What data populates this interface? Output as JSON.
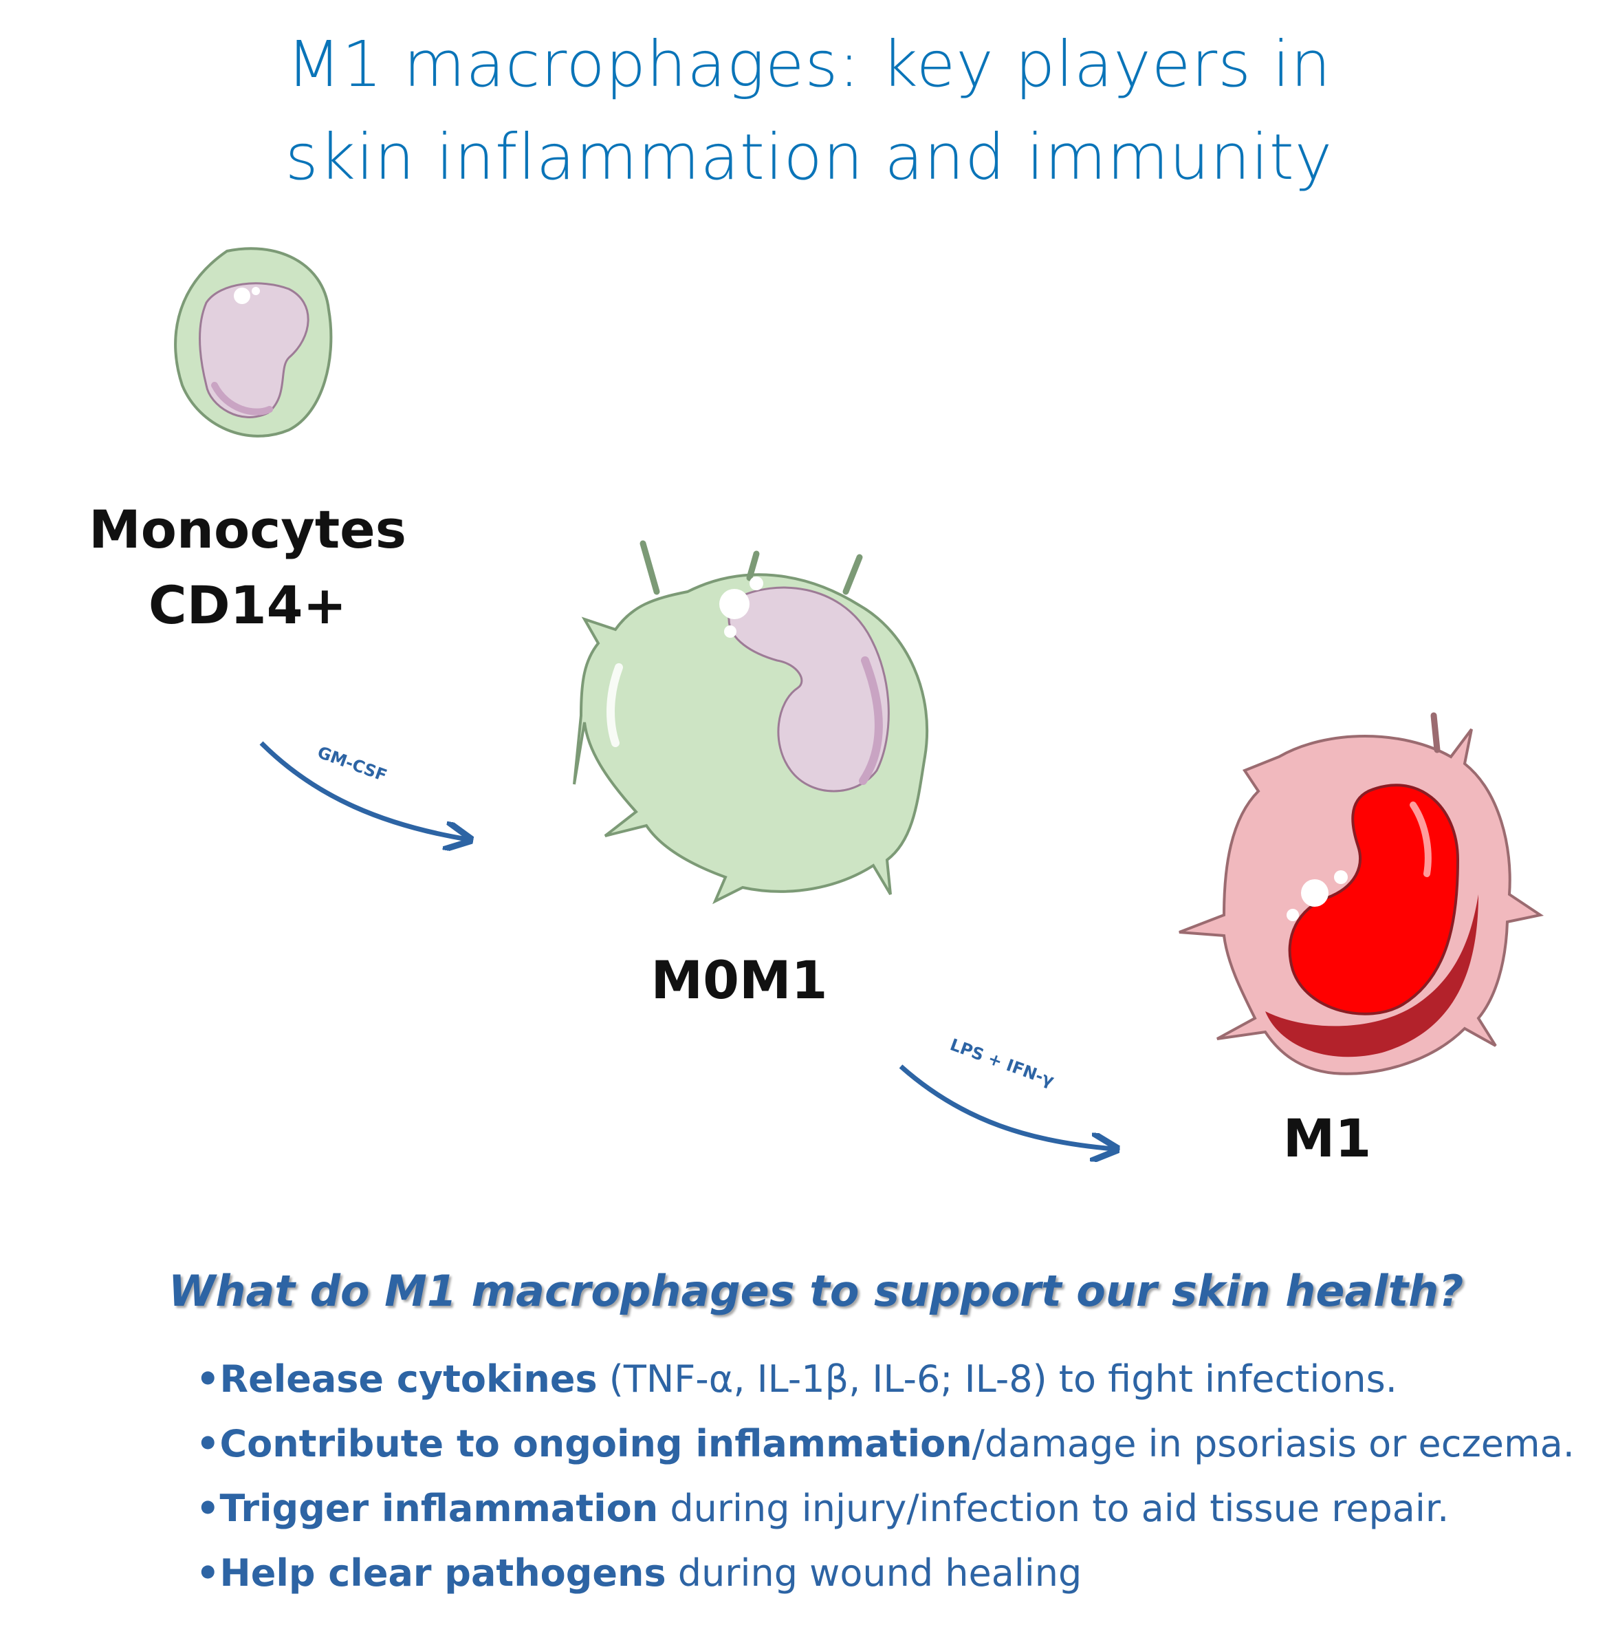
{
  "title": {
    "line1": "M1 macrophages: key players in",
    "line2": "skin inflammation and immunity"
  },
  "stages": {
    "monocytes": {
      "line1": "Monocytes",
      "line2": "CD14+"
    },
    "m0": "M0M1",
    "m1": "M1"
  },
  "arrows": {
    "first": "GM-CSF",
    "second": "LPS + IFN-γ"
  },
  "question": "What do M1 macrophages to support our skin health?",
  "bullets": [
    {
      "bold": "•Release cytokines",
      "rest": " (TNF-α, IL-1β, IL-6; IL-8) to fight infections."
    },
    {
      "bold": "•Contribute to ongoing inflammation",
      "rest": "/damage in psoriasis or eczema."
    },
    {
      "bold": "•Trigger inflammation",
      "rest": " during injury/infection to aid tissue repair."
    },
    {
      "bold": "•Help clear pathogens",
      "rest": " during wound healing"
    }
  ],
  "colors": {
    "title": "#0a74b8",
    "arrow": "#2d64a4",
    "cell_green": "#cde4c4",
    "nucleus_lilac": "#e2d0de",
    "cell_pink": "#f1b9be",
    "nucleus_red": "#ff0000"
  }
}
